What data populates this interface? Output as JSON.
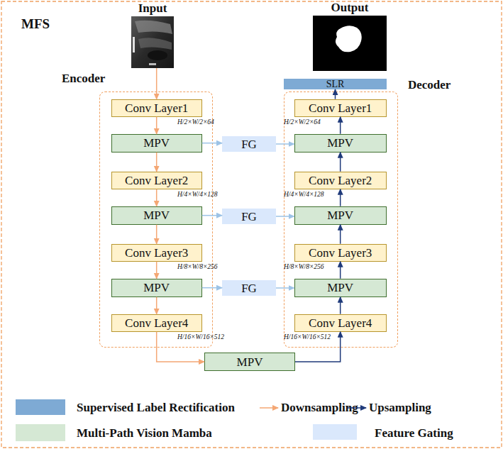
{
  "diagram": {
    "nodes": [
      {
        "text": [
          "Input"
        ]
      },
      {
        "text": [
          "Output"
        ]
      },
      {
        "text": [
          "Encoder"
        ]
      },
      {
        "text": [
          "Conv Layer1"
        ],
        "in": 2
      },
      {
        "text": [
          "MPV"
        ],
        "in": 2
      },
      {
        "text": [
          "Conv Layer2"
        ],
        "in": 2
      },
      {
        "text": [
          "MPV"
        ],
        "in": 2
      },
      {
        "text": [
          "Conv Layer3"
        ],
        "in": 2
      },
      {
        "text": [
          "MPV"
        ],
        "in": 2
      },
      {
        "text": [
          "Conv Layer4"
        ],
        "in": 2
      },
      {
        "text": [
          "Decoder"
        ]
      },
      {
        "text": [
          "SLR"
        ]
      },
      {
        "text": [
          "Conv Layer1"
        ],
        "in": 10
      },
      {
        "text": [
          "MPV"
        ],
        "in": 10
      },
      {
        "text": [
          "Conv Layer2"
        ],
        "in": 10
      },
      {
        "text": [
          "MPV"
        ],
        "in": 10
      },
      {
        "text": [
          "Conv Layer3"
        ],
        "in": 10
      },
      {
        "text": [
          "MPV"
        ],
        "in": 10
      },
      {
        "text": [
          "Conv Layer4"
        ],
        "in": 10
      },
      {
        "text": [
          "FG"
        ]
      },
      {
        "text": [
          "FG"
        ]
      },
      {
        "text": [
          "FG"
        ]
      },
      {
        "text": [
          "MPV"
        ]
      }
    ],
    "edges": [
      {
        "from": 0,
        "to": 3,
        "arrow": "to"
      },
      {
        "from": 3,
        "to": 4,
        "arrow": "to"
      },
      {
        "from": 4,
        "to": 5,
        "arrow": "to"
      },
      {
        "from": 5,
        "to": 6,
        "arrow": "to"
      },
      {
        "from": 6,
        "to": 7,
        "arrow": "to"
      },
      {
        "from": 7,
        "to": 8,
        "arrow": "to"
      },
      {
        "from": 8,
        "to": 9,
        "arrow": "to"
      },
      {
        "from": 9,
        "to": 22,
        "arrow": "to"
      },
      {
        "from": 22,
        "to": 18,
        "arrow": "to"
      },
      {
        "from": 18,
        "to": 17,
        "arrow": "to"
      },
      {
        "from": 17,
        "to": 16,
        "arrow": "to"
      },
      {
        "from": 16,
        "to": 15,
        "arrow": "to"
      },
      {
        "from": 15,
        "to": 14,
        "arrow": "to"
      },
      {
        "from": 14,
        "to": 13,
        "arrow": "to"
      },
      {
        "from": 13,
        "to": 12,
        "arrow": "to"
      },
      {
        "from": 12,
        "to": 11,
        "arrow": "to"
      },
      {
        "from": 4,
        "to": 19,
        "arrow": "to"
      },
      {
        "from": 19,
        "to": 13,
        "arrow": "to"
      },
      {
        "from": 6,
        "to": 20,
        "arrow": "to"
      },
      {
        "from": 20,
        "to": 15,
        "arrow": "to"
      },
      {
        "from": 8,
        "to": 21,
        "arrow": "to"
      },
      {
        "from": 21,
        "to": 17,
        "arrow": "to"
      }
    ],
    "labels": [
      "MFS",
      "H/2×W/2×64",
      "H/2×W/2×64",
      "H/4×W/4×128",
      "H/4×W/4×128",
      "H/8×W/8×256",
      "H/8×W/8×256",
      "H/16×W/16×512",
      "H/16×W/16×512"
    ],
    "legend": [
      {
        "text": "Supervised Label Rectification",
        "color": "#7eaad4"
      },
      {
        "text": "Downsampling"
      },
      {
        "text": "Upsampling"
      },
      {
        "text": "Multi-Path Vision Mamba",
        "color": "#d5e8d4"
      },
      {
        "text": "Feature Gating",
        "color": "#dae8fc"
      }
    ]
  }
}
